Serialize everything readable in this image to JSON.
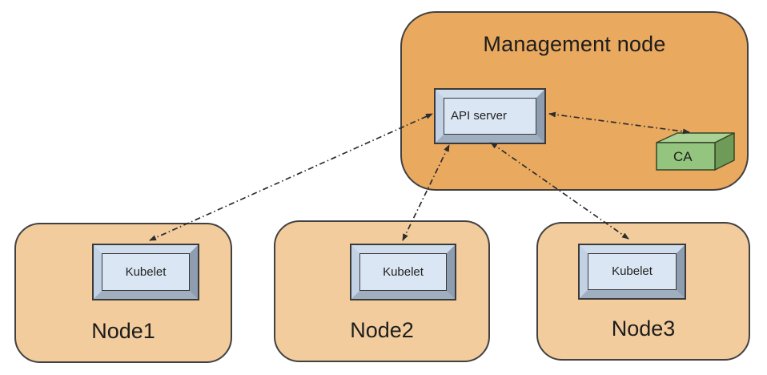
{
  "management_node": {
    "label": "Management node",
    "api_server_label": "API server",
    "ca_label": "CA"
  },
  "worker_nodes": [
    {
      "label": "Node1",
      "component_label": "Kubelet"
    },
    {
      "label": "Node2",
      "component_label": "Kubelet"
    },
    {
      "label": "Node3",
      "component_label": "Kubelet"
    }
  ],
  "connections": [
    {
      "from": "API server",
      "to": "Kubelet (Node1)",
      "line_style": "dash-dot",
      "bidirectional": true
    },
    {
      "from": "API server",
      "to": "Kubelet (Node2)",
      "line_style": "dash-dot",
      "bidirectional": true
    },
    {
      "from": "API server",
      "to": "Kubelet (Node3)",
      "line_style": "dash-dot",
      "bidirectional": true
    },
    {
      "from": "API server",
      "to": "CA",
      "line_style": "dash-dot",
      "bidirectional": true
    }
  ],
  "colors": {
    "management_node_fill": "#e9a95f",
    "worker_node_fill": "#f2cc9d",
    "component_box_face": "#dae6f4",
    "component_bevel_light": "#cfdded",
    "component_bevel_dark": "#8e9eb0",
    "ca_front": "#94c57e",
    "ca_top": "#a9d294",
    "ca_side": "#6e9c58",
    "arrow": "#2d2d2d",
    "border": "#3a3a3a"
  }
}
